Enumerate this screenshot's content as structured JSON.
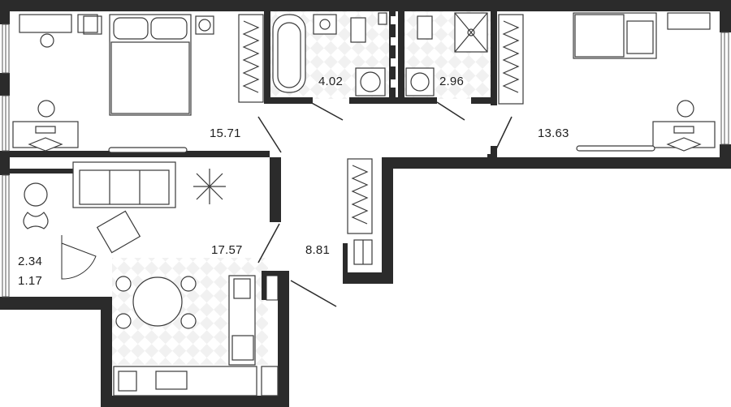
{
  "plan": {
    "wall_color": "#2b2b2b",
    "rooms": [
      {
        "id": "bedroom-1",
        "area": "15.71"
      },
      {
        "id": "bathroom",
        "area": "4.02"
      },
      {
        "id": "wc",
        "area": "2.96"
      },
      {
        "id": "bedroom-2",
        "area": "13.63"
      },
      {
        "id": "living-kitchen",
        "area": "17.57"
      },
      {
        "id": "hallway",
        "area": "8.81"
      },
      {
        "id": "loggia",
        "area": "2.34"
      },
      {
        "id": "loggia-reduced",
        "area": "1.17"
      }
    ]
  }
}
